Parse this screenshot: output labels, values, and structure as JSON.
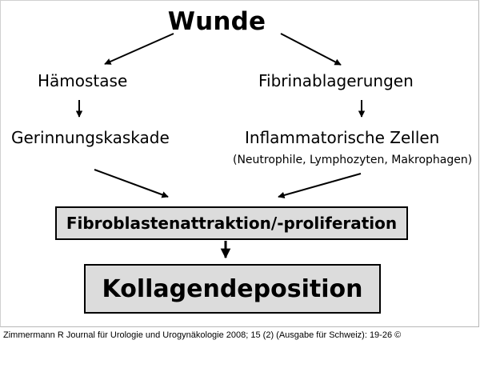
{
  "diagram": {
    "root": "Wunde",
    "left_branch": {
      "level1": "Hämostase",
      "level2": "Gerinnungskaskade"
    },
    "right_branch": {
      "level1": "Fibrinablagerungen",
      "level2": "Inflammatorische Zellen",
      "level2_note": "(Neutrophile, Lymphozyten, Makrophagen)"
    },
    "merge_box": "Fibroblastenattraktion/-proliferation",
    "final_box": "Kollagendeposition",
    "colors": {
      "box_fill": "#dcdcdc",
      "line": "#000000",
      "frame": "#b8b8b8"
    }
  },
  "citation": "Zimmermann R Journal für Urologie und Urogynäkologie 2008; 15 (2) (Ausgabe für Schweiz): 19-26 ©"
}
